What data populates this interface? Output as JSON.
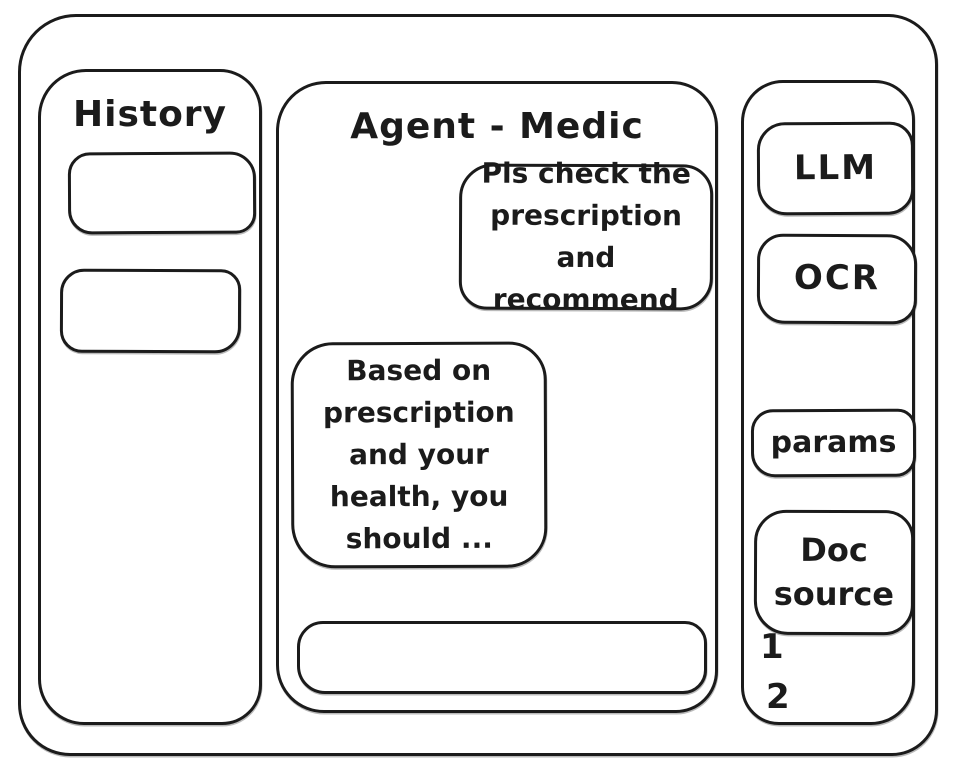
{
  "history_panel": {
    "title": "History",
    "items": [
      {
        "label": ""
      },
      {
        "label": ""
      }
    ]
  },
  "chat_panel": {
    "title": "Agent - Medic",
    "messages": [
      {
        "role": "user",
        "text": "Pls check the prescription and recommend"
      },
      {
        "role": "agent",
        "text": "Based on prescription and your health, you should ..."
      }
    ],
    "input": {
      "value": ""
    }
  },
  "tools_panel": {
    "buttons": [
      {
        "label": "LLM"
      },
      {
        "label": "OCR"
      },
      {
        "label": "params"
      },
      {
        "label": "Doc source"
      }
    ],
    "doc_source_items": [
      "1",
      "2"
    ]
  },
  "colors": {
    "ink": "#1b1b1b",
    "background": "#ffffff"
  }
}
